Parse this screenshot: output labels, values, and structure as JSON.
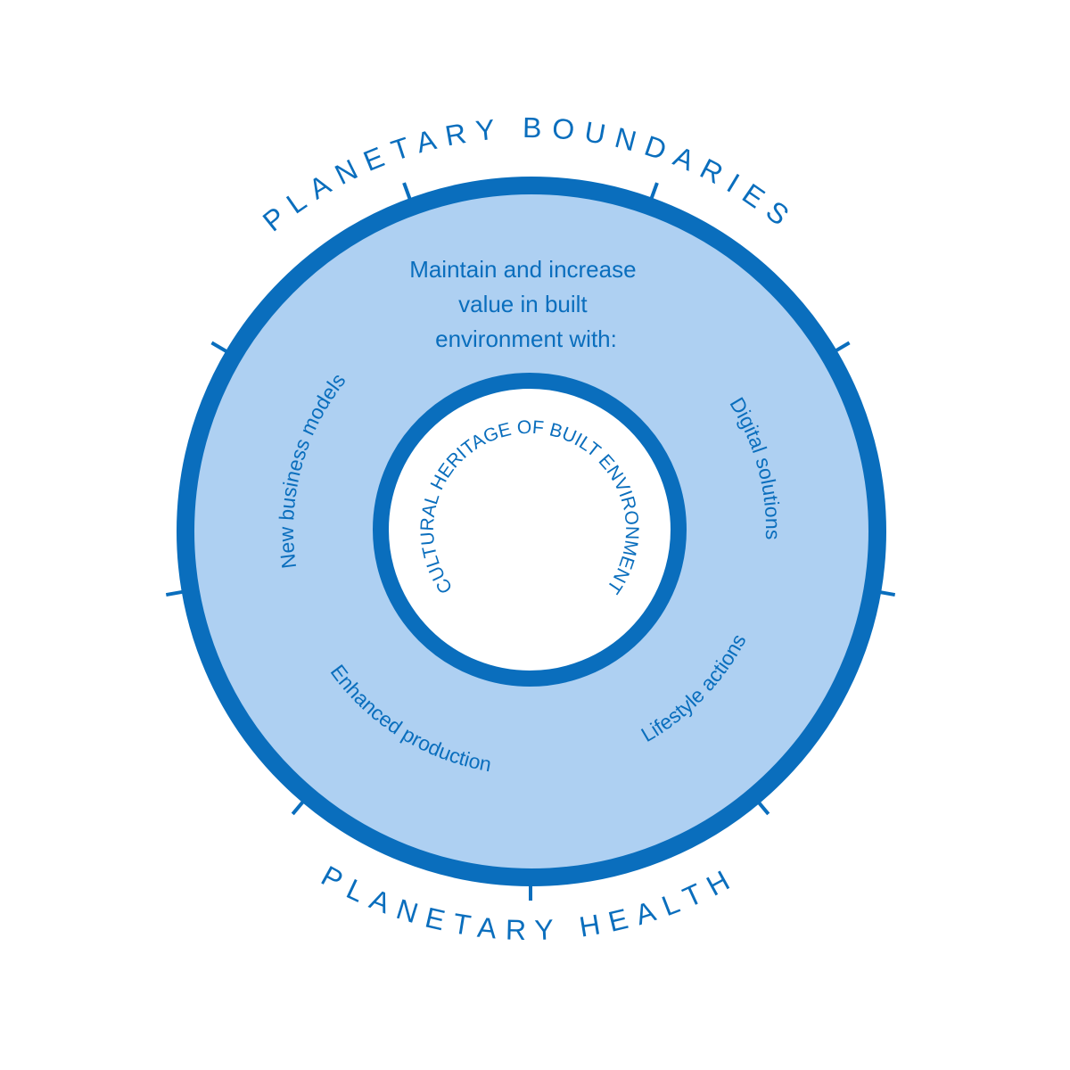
{
  "colors": {
    "ring": "#0a6ebd",
    "fill": "#aed0f2",
    "text": "#0a6ebd",
    "center": "#ffffff"
  },
  "outer": {
    "top_label": "PLANETARY BOUNDARIES",
    "bottom_label": "PLANETARY HEALTH"
  },
  "middle": {
    "heading": [
      "Maintain and increase",
      "value in built",
      "environment with:"
    ],
    "items": [
      "New business models",
      "Digital solutions",
      "Enhanced production",
      "Lifestyle actions"
    ]
  },
  "inner": {
    "label": "CULTURAL HERITAGE OF BUILT ENVIRONMENT"
  }
}
